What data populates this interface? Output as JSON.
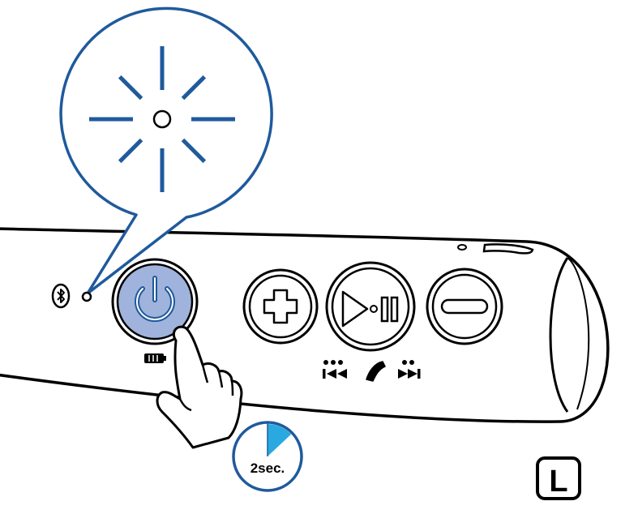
{
  "illustration": {
    "buttons": {
      "power": {
        "icon": "power-icon",
        "state": "pressed"
      },
      "volume_up": {
        "icon": "plus-icon"
      },
      "play_pause": {
        "icon": "play-pause-icon"
      },
      "volume_down": {
        "icon": "minus-icon"
      }
    },
    "indicators": {
      "bluetooth": {
        "icon": "bluetooth-icon"
      },
      "led": {
        "icon": "led-indicator-icon",
        "state": "blinking"
      },
      "battery": {
        "icon": "battery-icon"
      }
    },
    "timer": {
      "label": "2sec.",
      "fraction": 0.13
    },
    "side_badge": {
      "label": "L"
    }
  },
  "colors": {
    "stroke": "#000000",
    "led_ray": "#1f5a9c",
    "callout_border": "#1f5a9c",
    "power_fill": "#9fb3dc",
    "power_icon": "#1f5a9c",
    "timer_border": "#1f5a9c",
    "timer_wedge": "#29a9e0"
  }
}
